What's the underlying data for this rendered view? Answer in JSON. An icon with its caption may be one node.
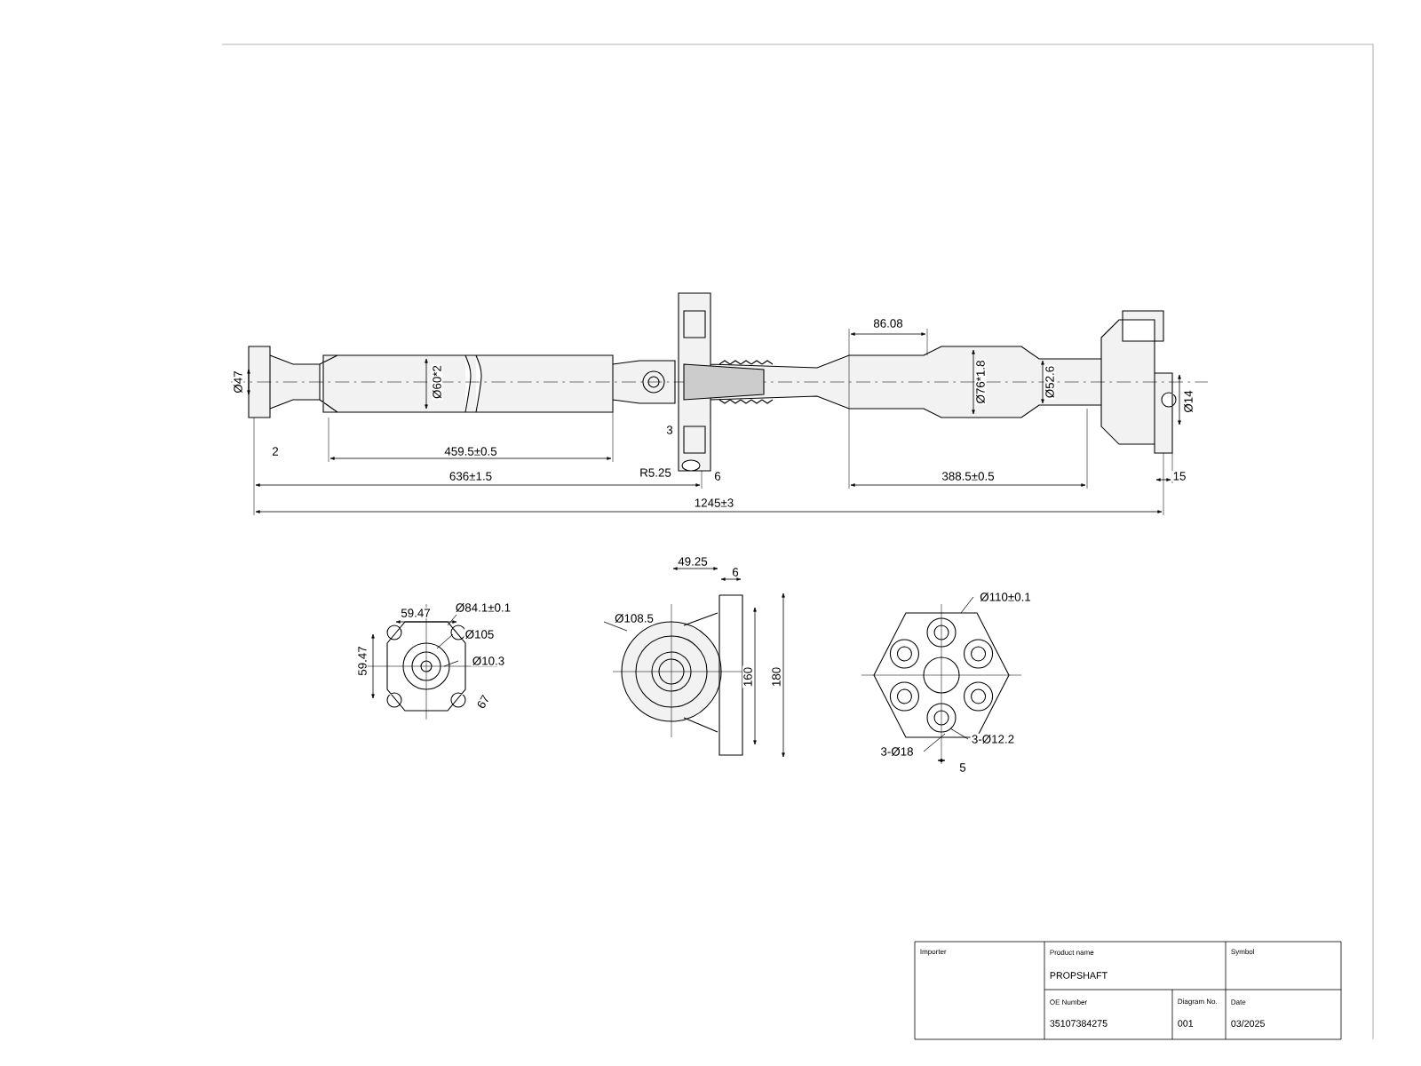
{
  "diagram": {
    "labels": [
      "86.08",
      "Ø47",
      "Ø60*2",
      "Ø76*1.8",
      "Ø52.6",
      "Ø14",
      "3",
      "2",
      "459.5±0.5",
      "636±1.5",
      "R5.25",
      "6",
      "388.5±0.5",
      "15",
      "1245±3",
      "49.25",
      "6",
      "59.47",
      "Ø84.1±0.1",
      "Ø110±0.1",
      "Ø108.5",
      "Ø105",
      "Ø10.3",
      "59.47",
      "160",
      "180",
      "67",
      "3-Ø12.2",
      "3-Ø18",
      "5",
      "Importer",
      "Product name",
      "Symbol",
      "PROPSHAFT",
      "OE Number",
      "Diagram No.",
      "Date",
      "35107384275",
      "001",
      "03/2025"
    ]
  }
}
